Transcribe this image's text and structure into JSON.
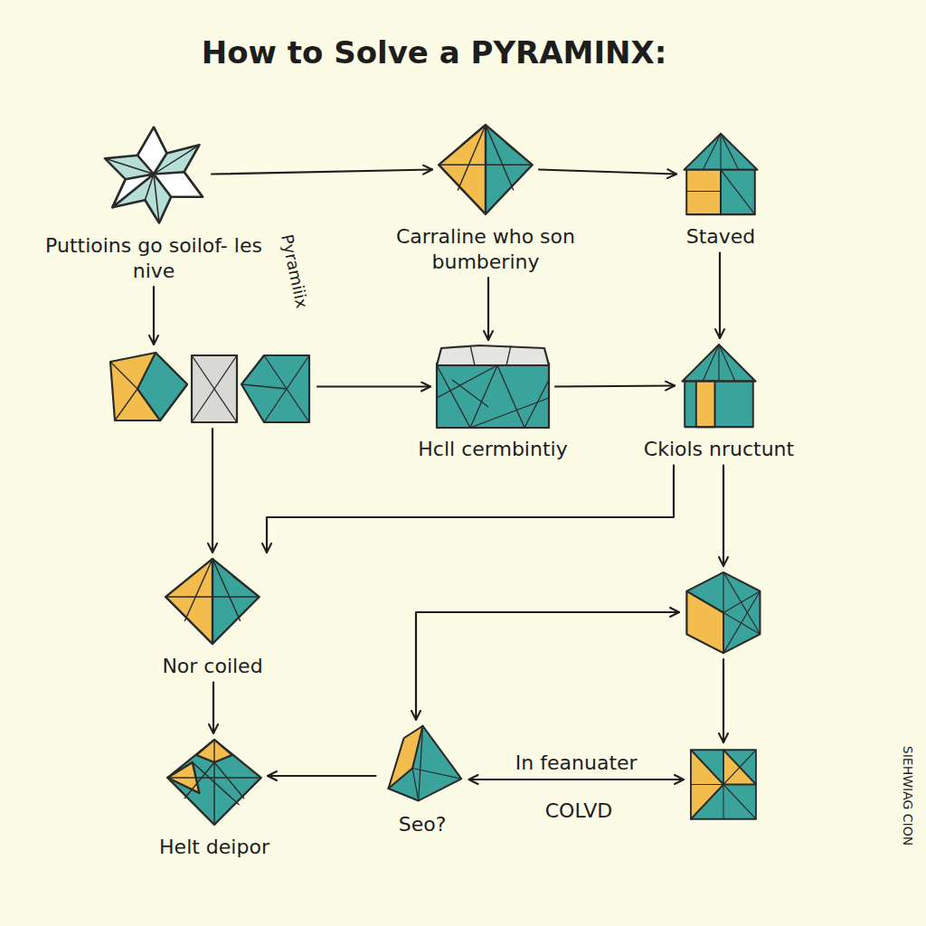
{
  "diagram": {
    "title": "How to Solve a PYRAMINX:",
    "nodes": [
      {
        "text": [
          "Puttioins go soilof- les nive"
        ]
      },
      {
        "text": [
          "Carraline who son bumberiny"
        ]
      },
      {
        "text": [
          "Staved"
        ]
      },
      {
        "text": []
      },
      {
        "text": [
          "Hcll cermbintiy"
        ]
      },
      {
        "text": [
          "Ckiols nructunt"
        ]
      },
      {
        "text": [
          "Nor coiled"
        ]
      },
      {
        "text": []
      },
      {
        "text": [
          "Helt deipor"
        ]
      },
      {
        "text": [
          "Seo?"
        ]
      },
      {
        "text": []
      }
    ],
    "edges": [
      {
        "from": 0,
        "to": 1,
        "arrow": "to"
      },
      {
        "from": 1,
        "to": 2,
        "arrow": "to"
      },
      {
        "from": 0,
        "to": 3,
        "arrow": "to"
      },
      {
        "from": 1,
        "to": 4,
        "arrow": "to"
      },
      {
        "from": 2,
        "to": 5,
        "arrow": "to"
      },
      {
        "from": 3,
        "to": 4,
        "arrow": "to"
      },
      {
        "from": 4,
        "to": 5,
        "arrow": "to"
      },
      {
        "from": 3,
        "to": 6,
        "arrow": "to"
      },
      {
        "from": 5,
        "to": 6,
        "arrow": "to"
      },
      {
        "from": 5,
        "to": 7,
        "arrow": "to"
      },
      {
        "from": 6,
        "to": 8,
        "arrow": "to"
      },
      {
        "from": 7,
        "to": 10,
        "arrow": "to"
      },
      {
        "from": 10,
        "to": 9,
        "label": "In feanuater",
        "arrow": "both"
      },
      {
        "from": 9,
        "to": 8,
        "arrow": "to"
      },
      {
        "from": 9,
        "to": 7,
        "arrow": "both"
      }
    ],
    "labels": [
      "Pyramiiix",
      "COLVD",
      "SIEHWIAG CION"
    ]
  }
}
